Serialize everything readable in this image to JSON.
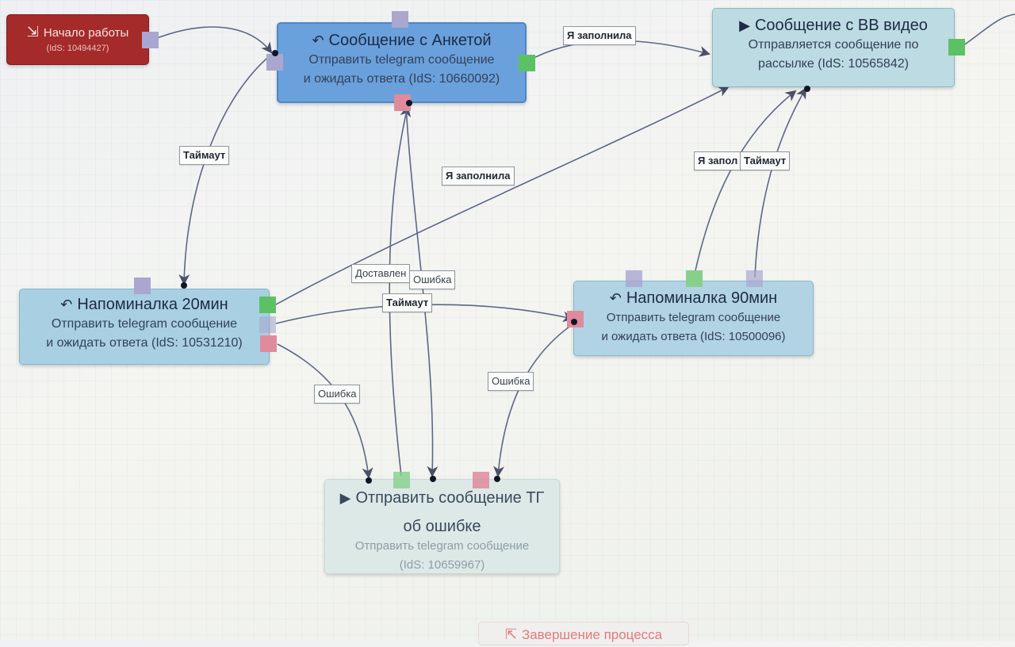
{
  "nodes": {
    "start": {
      "icon": "login-icon",
      "title": "Начало работы",
      "ids": "(IdS: 10494427)",
      "color": "#a52a2a"
    },
    "anketa": {
      "icon": "reply-arrow-icon",
      "title": "Сообщение с Анкетой",
      "desc_line1": "Отправить telegram сообщение",
      "desc_line2": "и ожидать ответа (IdS: 10660092)",
      "color": "#6aa1dc"
    },
    "bb": {
      "icon": "play-icon",
      "title": "Сообщение с ВВ видео",
      "desc_line1": "Отправляется сообщение по",
      "desc_line2": "рассылке (IdS: 10565842)",
      "color": "#bcdbe2"
    },
    "rem20": {
      "icon": "reply-arrow-icon",
      "title": "Напоминалка 20мин",
      "desc_line1": "Отправить telegram сообщение",
      "desc_line2": "и ожидать ответа (IdS: 10531210)",
      "color": "#a9cfe2"
    },
    "rem90": {
      "icon": "reply-arrow-icon",
      "title": "Напоминалка 90мин",
      "desc_line1": "Отправить telegram сообщение",
      "desc_line2": "и ожидать ответа (IdS: 10500096)",
      "color": "#b1d3e4"
    },
    "err": {
      "icon": "play-icon",
      "title_line1": "Отправить сообщение ТГ",
      "title_line2": "об ошибке",
      "desc_line1": "Отправить telegram сообщение",
      "desc_line2": "(IdS: 10659967)",
      "color": "#dce9e6"
    },
    "end": {
      "icon": "logout-icon",
      "title": "Завершение процесса",
      "color": "#e27a7a"
    }
  },
  "edge_labels": {
    "anketa_to_bb": "Я заполнила",
    "timeout_left": "Таймаут",
    "rem20_to_bb": "Я заполнила",
    "bb_filled": "Я запол",
    "bb_timeout": "Таймаут",
    "delivered": "Доставлен",
    "error_mid": "Ошибка",
    "timeout_mid": "Таймаут",
    "error_left": "Ошибка",
    "error_right": "Ошибка"
  }
}
